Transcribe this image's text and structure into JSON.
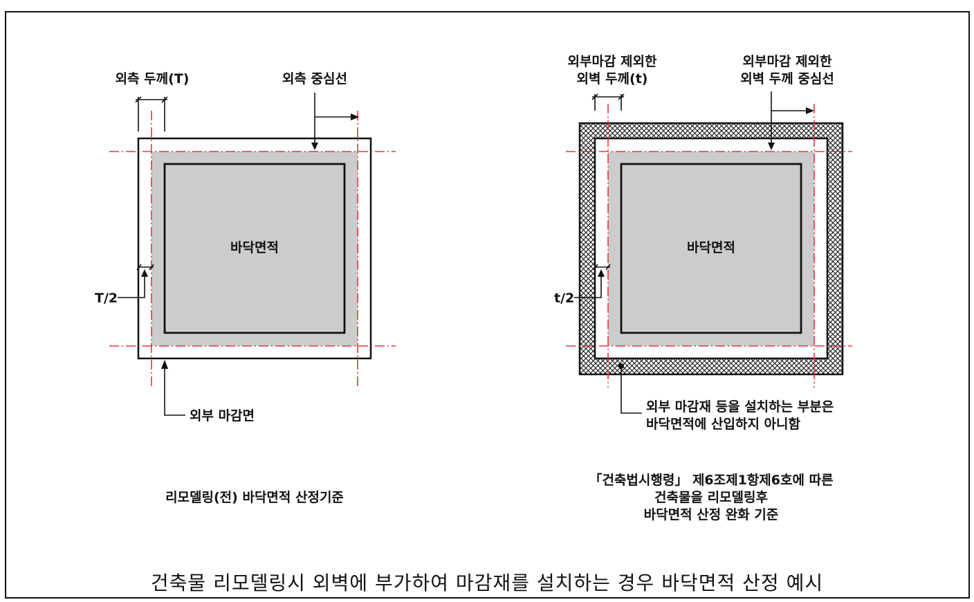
{
  "left": {
    "title": "리모델링(전) 바닥면적 산정기준",
    "thickness_label": "외측 두께(T)",
    "centerline_label": "외측 중심선",
    "half_label": "T/2",
    "floor_label": "바닥면적",
    "finish_label": "외부 마감면"
  },
  "right": {
    "thickness_label_line1": "외부마감 제외한",
    "thickness_label_line2": "외벽 두께(t)",
    "centerline_label_line1": "외부마감 제외한",
    "centerline_label_line2": "외벽 두께 중심선",
    "half_label": "t/2",
    "floor_label": "바닥면적",
    "note_line1": "외부 마감재 등을 설치하는 부분은",
    "note_line2": "바닥면적에 산입하지 아니함",
    "title_line1": "「건축법시행령」 제6조제1항제6호에 따른",
    "title_line2": "건축물을 리모델링후",
    "title_line3": "바닥면적 산정 완화 기준"
  },
  "caption": "건축물 리모델링시 외벽에 부가하여 마감재를 설치하는 경우 바닥면적 산정 예시",
  "colors": {
    "floor_fill": "#cccccc",
    "centerline": "#e8333c",
    "line": "#111111"
  }
}
